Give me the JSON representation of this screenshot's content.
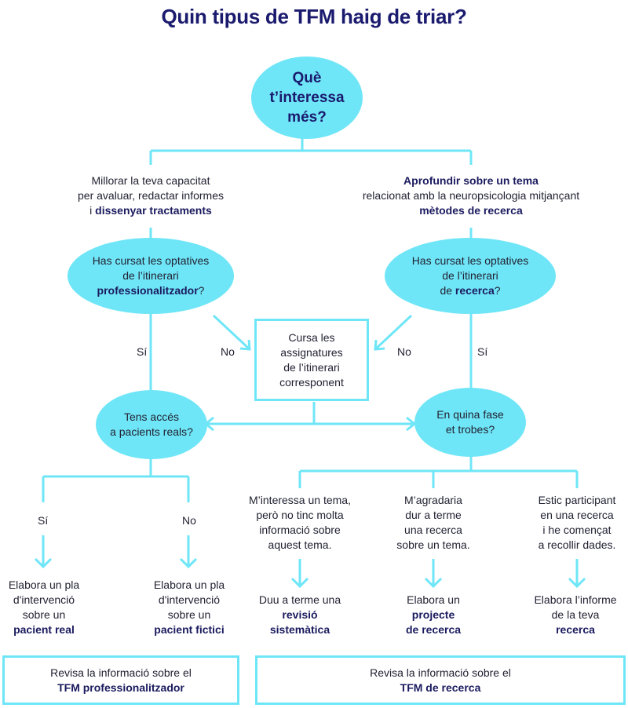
{
  "title": "Quin tipus de TFM haig de triar?",
  "start": {
    "l1": "Què",
    "l2": "t’interessa",
    "l3": "més?"
  },
  "left_branch": {
    "l1": "Millorar la teva capacitat",
    "l2": "per avaluar, redactar informes",
    "l3_pre": "i ",
    "l3_bold": "dissenyar tractaments"
  },
  "right_branch": {
    "l1_bold": "Aprofundir sobre un tema",
    "l2": "relacionat amb la neuropsicologia mitjançant",
    "l3_bold": "mètodes de recerca"
  },
  "q_left": {
    "l1": "Has cursat les optatives",
    "l2": "de l’itinerari",
    "l3_bold": "professionalitzador",
    "l3_post": "?"
  },
  "q_right": {
    "l1": "Has cursat les optatives",
    "l2": "de l’itinerari",
    "l3_pre": "de ",
    "l3_bold": "recerca",
    "l3_post": "?"
  },
  "center_box": {
    "l1": "Cursa les assignatures",
    "l2": "de l’itinerari",
    "l3": "corresponent"
  },
  "labels": {
    "si": "Sí",
    "no": "No"
  },
  "q_patients": {
    "l1": "Tens accés",
    "l2": "a pacients reals?"
  },
  "q_phase": {
    "l1": "En quina fase",
    "l2": "et trobes?"
  },
  "phase_options": [
    {
      "l1": "M’interessa un tema,",
      "l2": "però no tinc molta",
      "l3": "informació sobre",
      "l4": "aquest tema."
    },
    {
      "l1": "M’agradaria",
      "l2": "dur a terme",
      "l3": "una recerca",
      "l4": "sobre un tema."
    },
    {
      "l1": "Estic participant",
      "l2": "en una recerca",
      "l3": "i he començat",
      "l4": "a recollir dades."
    }
  ],
  "outcomes": {
    "real": {
      "l1": "Elabora un pla",
      "l2": "d'intervenció",
      "l3": "sobre un",
      "l4_bold": "pacient real"
    },
    "ficticious": {
      "l1": "Elabora un pla",
      "l2": "d'intervenció",
      "l3": "sobre un",
      "l4_bold": "pacient fictici"
    },
    "review": {
      "l1": "Duu a terme una",
      "l2_bold": "revisió",
      "l3_bold": "sistemàtica"
    },
    "project": {
      "l1": "Elabora un",
      "l2_bold": "projecte",
      "l3_bold": "de recerca"
    },
    "report": {
      "l1": "Elabora l’informe",
      "l2": "de la teva",
      "l3_bold": "recerca"
    }
  },
  "footer_left": {
    "l1": "Revisa la informació sobre el",
    "l2_bold": "TFM professionalitzador"
  },
  "footer_right": {
    "l1": "Revisa la informació sobre el",
    "l2_bold": "TFM de recerca"
  },
  "colors": {
    "accent": "#6fe6f7",
    "title": "#1a1a6e",
    "text": "#222233"
  }
}
